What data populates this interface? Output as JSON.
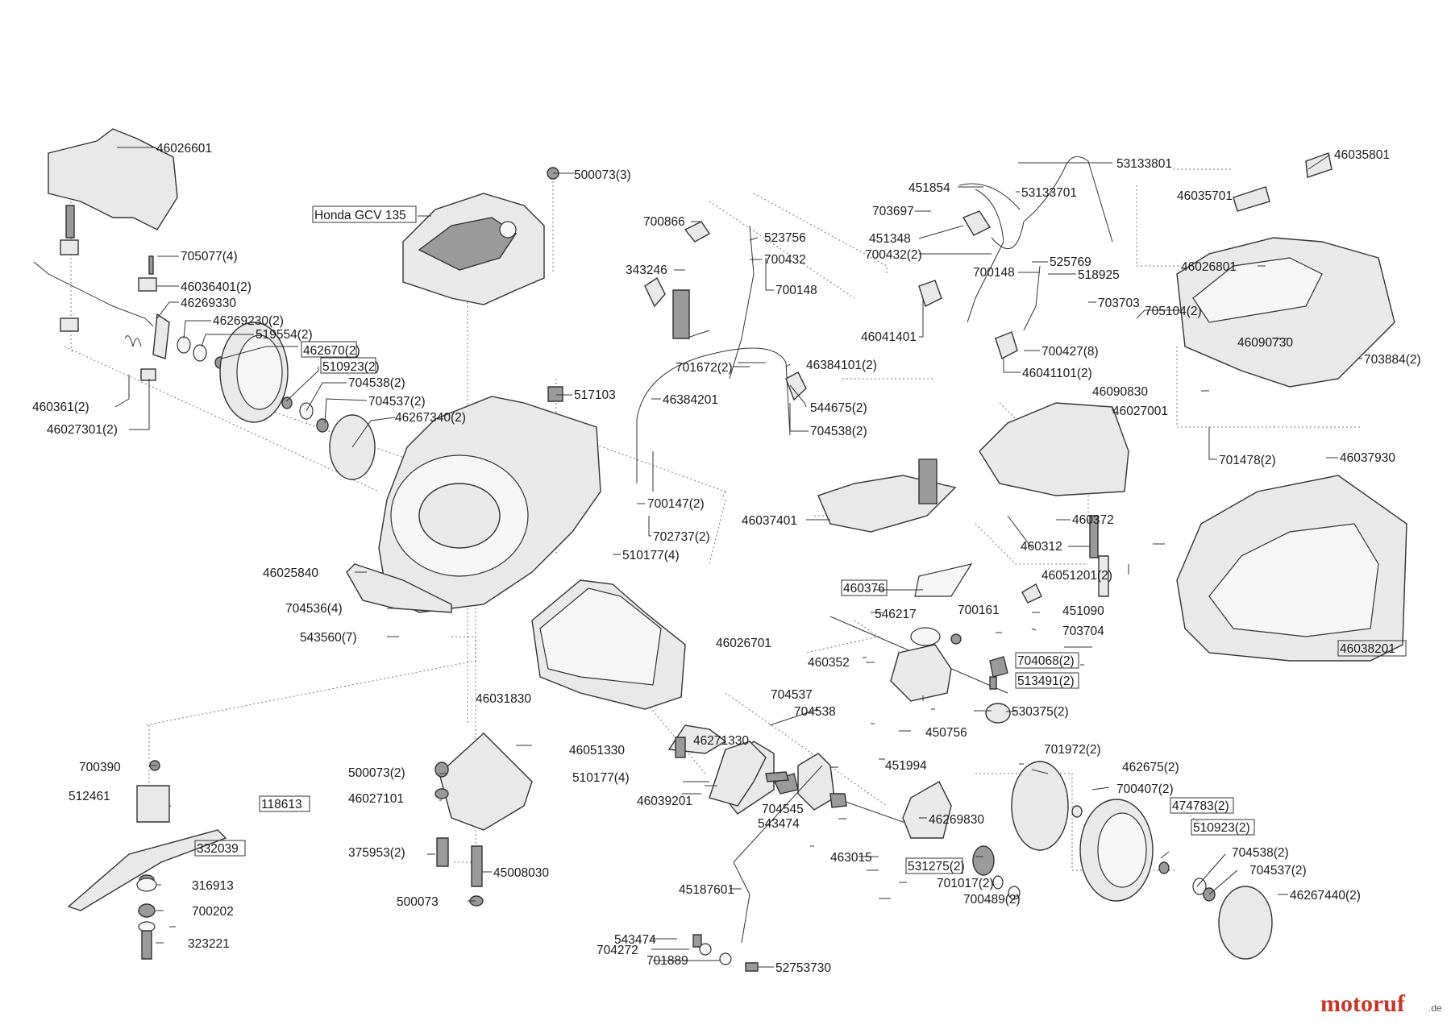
{
  "watermark": {
    "brand": "motoruf",
    "tld": ".de",
    "brand_color": "#c0392b",
    "tld_color": "#555555"
  },
  "labels": {
    "l_46026601": "46026601",
    "l_500073_3": "500073(3)",
    "l_honda": "Honda GCV 135",
    "l_705077": "705077(4)",
    "l_46036401": "46036401(2)",
    "l_46269330": "46269330",
    "l_46269230": "46269230(2)",
    "l_519554": "519554(2)",
    "l_462670": "462670(2)",
    "l_510923a": "510923(2)",
    "l_704538a": "704538(2)",
    "l_704537a": "704537(2)",
    "l_46267340": "46267340(2)",
    "l_460361": "460361(2)",
    "l_46027301": "46027301(2)",
    "l_517103": "517103",
    "l_700866": "700866",
    "l_523756": "523756",
    "l_700432": "700432",
    "l_343246": "343246",
    "l_700148a": "700148",
    "l_701672": "701672(2)",
    "l_46384101": "46384101(2)",
    "l_46384201": "46384201",
    "l_544675": "544675(2)",
    "l_704538b": "704538(2)",
    "l_451854": "451854",
    "l_53133801": "53133801",
    "l_53133701": "53133701",
    "l_703697": "703697",
    "l_451348": "451348",
    "l_700432_2": "700432(2)",
    "l_700148b": "700148",
    "l_525769": "525769",
    "l_518925": "518925",
    "l_703703": "703703",
    "l_46041401": "46041401",
    "l_700427": "700427(8)",
    "l_46041101": "46041101(2)",
    "l_46035801": "46035801",
    "l_46035701": "46035701",
    "l_46026801": "46026801",
    "l_705104": "705104(2)",
    "l_46090730": "46090730",
    "l_703884": "703884(2)",
    "l_46090830": "46090830",
    "l_46027001": "46027001",
    "l_701478": "701478(2)",
    "l_46037930": "46037930",
    "l_700147": "700147(2)",
    "l_702737": "702737(2)",
    "l_510177a": "510177(4)",
    "l_46037401": "46037401",
    "l_460372": "460372",
    "l_460312": "460312",
    "l_46051201": "46051201(2)",
    "l_46025840": "46025840",
    "l_704536": "704536(4)",
    "l_543560": "543560(7)",
    "l_460376": "460376",
    "l_546217": "546217",
    "l_700161": "700161",
    "l_451090": "451090",
    "l_703704": "703704",
    "l_46038201": "46038201",
    "l_46026701": "46026701",
    "l_460352": "460352",
    "l_704068": "704068(2)",
    "l_513491": "513491(2)",
    "l_46031830": "46031830",
    "l_704537b": "704537",
    "l_704538c": "704538",
    "l_530375": "530375(2)",
    "l_450756": "450756",
    "l_46271330": "46271330",
    "l_46051330": "46051330",
    "l_451994": "451994",
    "l_510177b": "510177(4)",
    "l_701972": "701972(2)",
    "l_462675": "462675(2)",
    "l_700390": "700390",
    "l_500073_2": "500073(2)",
    "l_46039201": "46039201",
    "l_700407": "700407(2)",
    "l_512461": "512461",
    "l_46027101": "46027101",
    "l_118613": "118613",
    "l_704545": "704545",
    "l_543474a": "543474",
    "l_474783": "474783(2)",
    "l_46269830": "46269830",
    "l_510923b": "510923(2)",
    "l_332039": "332039",
    "l_375953": "375953(2)",
    "l_463015": "463015",
    "l_531275": "531275(2)",
    "l_704538d": "704538(2)",
    "l_704537c": "704537(2)",
    "l_316913": "316913",
    "l_45008030": "45008030",
    "l_45187601": "45187601",
    "l_701017": "701017(2)",
    "l_700489": "700489(2)",
    "l_46267440": "46267440(2)",
    "l_700202": "700202",
    "l_500073": "500073",
    "l_543474b": "543474",
    "l_704272": "704272",
    "l_701889": "701889",
    "l_323221": "323221",
    "l_52753730": "52753730"
  }
}
